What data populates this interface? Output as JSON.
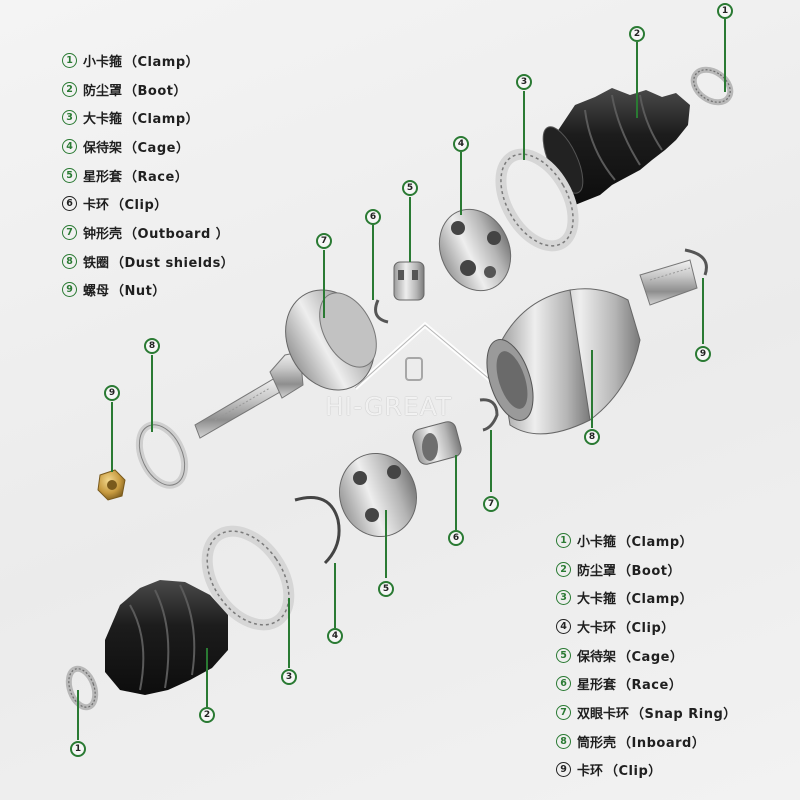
{
  "legend_top": [
    {
      "num": "1",
      "cn": "小卡箍",
      "en": "（Clamp）"
    },
    {
      "num": "2",
      "cn": "防尘罩",
      "en": "（Boot）"
    },
    {
      "num": "3",
      "cn": "大卡箍",
      "en": "（Clamp）"
    },
    {
      "num": "4",
      "cn": "保待架",
      "en": "（Cage）"
    },
    {
      "num": "5",
      "cn": "星形套",
      "en": "（Race）"
    },
    {
      "num": "6",
      "cn": "卡环",
      "en": "（Clip）"
    },
    {
      "num": "7",
      "cn": "钟形壳",
      "en": "（Outboard ）"
    },
    {
      "num": "8",
      "cn": "铁圈",
      "en": "（Dust shields）"
    },
    {
      "num": "9",
      "cn": "螺母",
      "en": "（Nut）"
    }
  ],
  "legend_bottom": [
    {
      "num": "1",
      "cn": "小卡箍",
      "en": "（Clamp）"
    },
    {
      "num": "2",
      "cn": "防尘罩",
      "en": "（Boot）"
    },
    {
      "num": "3",
      "cn": "大卡箍",
      "en": "（Clamp）"
    },
    {
      "num": "4",
      "cn": "大卡环",
      "en": "（Clip）"
    },
    {
      "num": "5",
      "cn": "保待架",
      "en": "（Cage）"
    },
    {
      "num": "6",
      "cn": "星形套",
      "en": "（Race）"
    },
    {
      "num": "7",
      "cn": "双眼卡环",
      "en": "（Snap Ring）"
    },
    {
      "num": "8",
      "cn": "筒形壳",
      "en": "（Inboard）"
    },
    {
      "num": "9",
      "cn": "卡环",
      "en": "（Clip）"
    }
  ],
  "callout_numbers": {
    "upper_clamp_small": "1",
    "upper_boot": "2",
    "upper_clamp_large": "3",
    "upper_cage": "4",
    "upper_race": "5",
    "upper_clip": "6",
    "outboard_housing": "7",
    "dust_shield": "8",
    "nut": "9",
    "inboard_housing": "8",
    "inboard_clip": "9",
    "snap_ring": "7",
    "lower_race": "6",
    "lower_cage": "5",
    "lower_big_clip": "4",
    "lower_clamp_large": "3",
    "lower_boot": "2",
    "lower_clamp_small": "1"
  },
  "watermark": "HI-GREAT",
  "colors": {
    "callout_green": "#2a7a33",
    "boot_black": "#1a1a1a",
    "metal_light": "#d9d9d9",
    "metal_dark": "#7d7d7d",
    "brass": "#c79a3f"
  }
}
